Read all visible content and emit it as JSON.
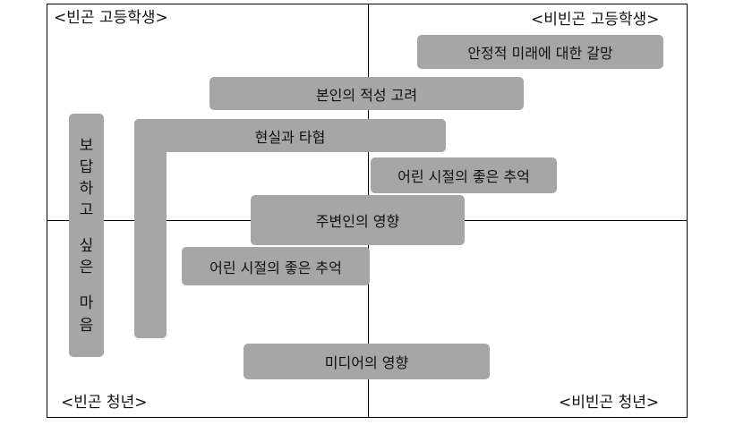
{
  "quadrants": {
    "top_left": "<빈곤 고등학생>",
    "top_right": "<비빈곤 고등학생>",
    "bottom_left": "<빈곤 청년>",
    "bottom_right": "<비빈곤 청년>"
  },
  "boxes": {
    "future_hope": "안정적 미래에 대한 갈망",
    "aptitude": "본인의 적성 고려",
    "compromise": "현실과 타협",
    "childhood_right": "어린 시절의 좋은 추억",
    "others_influence": "주변인의 영향",
    "childhood_left": "어린 시절의 좋은 추억",
    "media": "미디어의 영향"
  },
  "vertical_text": [
    "보",
    "답",
    "하",
    "고",
    "싶",
    "은",
    "마",
    "음"
  ]
}
